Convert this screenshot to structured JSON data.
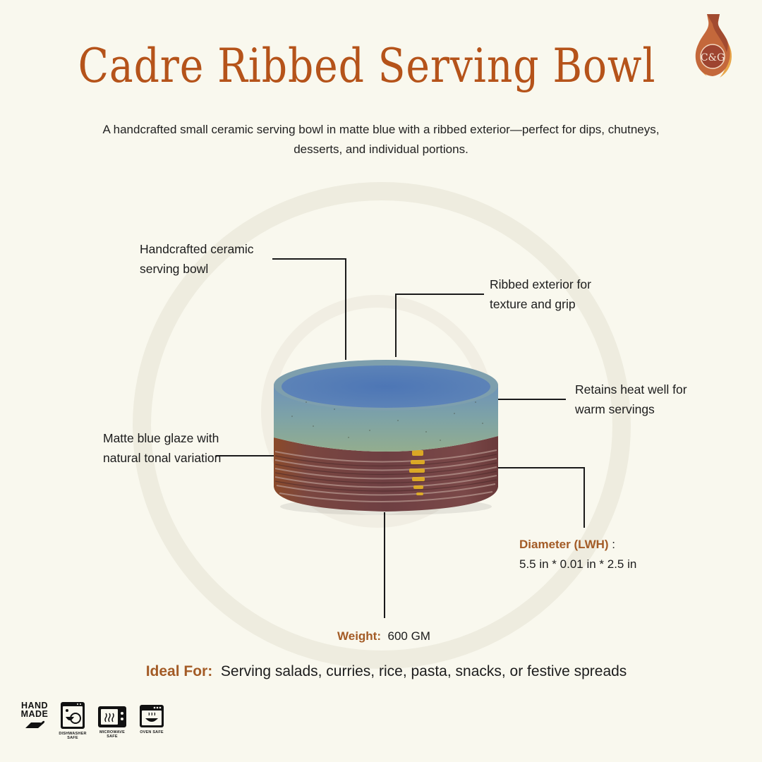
{
  "header": {
    "title": "Cadre Ribbed Serving Bowl",
    "logo_text": "C&G",
    "description": "A handcrafted small ceramic serving bowl in matte blue with a ribbed exterior—perfect for dips, chutneys, desserts, and individual portions."
  },
  "callouts": {
    "handcrafted": "Handcrafted ceramic serving bowl",
    "ribbed": "Ribbed exterior for texture and grip",
    "heat": "Retains heat well for warm servings",
    "glaze": "Matte blue glaze with natural tonal variation"
  },
  "specs": {
    "diameter_label": "Diameter (LWH)",
    "diameter_sep": " :",
    "diameter_value": "5.5 in * 0.01 in * 2.5 in",
    "weight_label": "Weight",
    "weight_sep": ":",
    "weight_value": "600 GM"
  },
  "ideal_for": {
    "label": "Ideal For",
    "sep": ":",
    "value": "Serving salads, curries, rice, pasta, snacks, or festive spreads"
  },
  "badges": [
    {
      "icon": "handmade-icon",
      "label": "HAND MADE"
    },
    {
      "icon": "dishwasher-icon",
      "label": "DISHWASHER SAFE"
    },
    {
      "icon": "microwave-icon",
      "label": "MICROWAVE SAFE"
    },
    {
      "icon": "oven-icon",
      "label": "OVEN SAFE"
    }
  ],
  "colors": {
    "background": "#f9f8ee",
    "title": "#b5531a",
    "spec_label": "#a35b26",
    "text": "#1c1c1c"
  }
}
